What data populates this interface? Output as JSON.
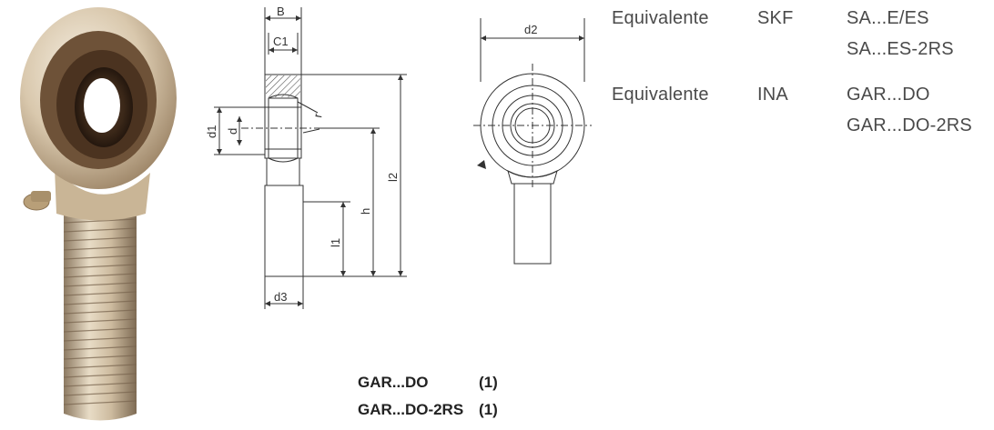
{
  "dimensions": {
    "B": "B",
    "C1": "C1",
    "d1": "d1",
    "d": "d",
    "r": "r",
    "l2": "l2",
    "h": "h",
    "l1": "l1",
    "d3": "d3",
    "d2": "d2"
  },
  "equivalents": [
    {
      "label": "Equivalente",
      "brand": "SKF",
      "models": [
        "SA...E/ES",
        "SA...ES-2RS"
      ]
    },
    {
      "label": "Equivalente",
      "brand": "INA",
      "models": [
        "GAR...DO",
        "GAR...DO-2RS"
      ]
    }
  ],
  "models": [
    {
      "code": "GAR...DO",
      "note": "(1)"
    },
    {
      "code": "GAR...DO-2RS",
      "note": "(1)"
    }
  ]
}
